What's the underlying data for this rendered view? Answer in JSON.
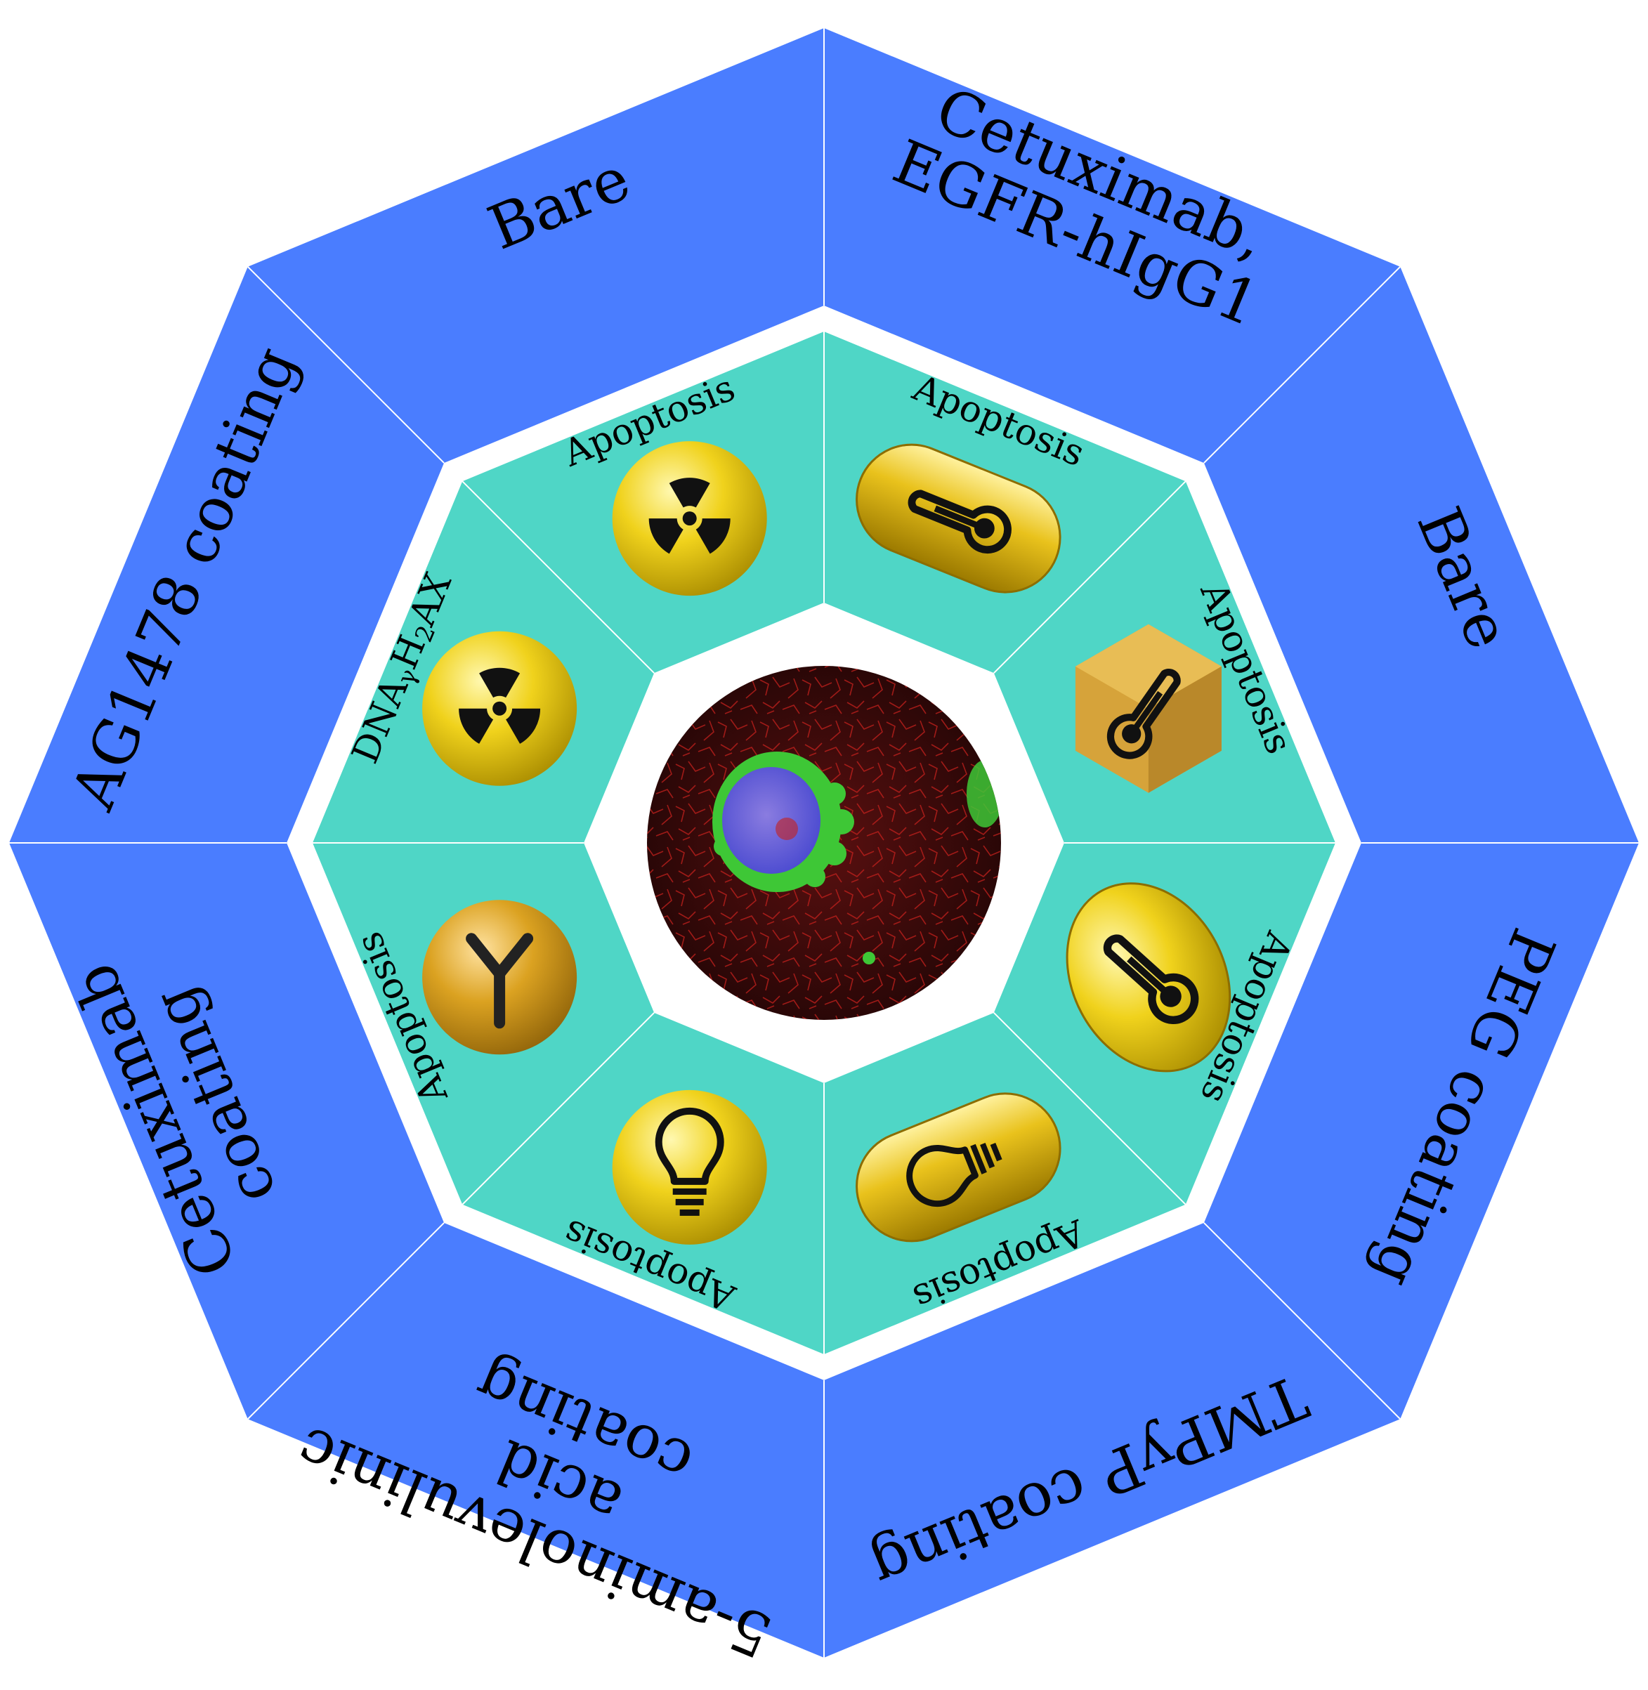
{
  "colors": {
    "outer_ring": "#4a7dff",
    "inner_ring": "#4fd6c6",
    "gap_ring": "#ffffff",
    "particle_gold": "#f0d21c",
    "particle_orange": "#d9a21e",
    "cell_background": "#3a0b0b",
    "cell_red": "#c4201c",
    "cell_green": "#3ec736",
    "cell_blue": "#5a5ad8"
  },
  "outer_segments": [
    {
      "id": "bare-1",
      "lines": [
        "Bare"
      ]
    },
    {
      "id": "cetuximab-egfr",
      "lines": [
        "Cetuximab,",
        "EGFR-hIgG1"
      ]
    },
    {
      "id": "bare-2",
      "lines": [
        "Bare"
      ]
    },
    {
      "id": "peg-coating",
      "lines": [
        "PEG coating"
      ]
    },
    {
      "id": "tmpyp-coating",
      "lines": [
        "TMPyP coating"
      ]
    },
    {
      "id": "aminolevulinic-coating",
      "lines": [
        "5-aminolevulinic",
        "acid",
        "coating"
      ]
    },
    {
      "id": "cetuximab-coating",
      "lines": [
        "Cetuximab",
        "coating"
      ]
    },
    {
      "id": "ag1478-coating",
      "lines": [
        "AG1478 coating"
      ]
    }
  ],
  "inner_segments": [
    {
      "id": "radiation-sphere",
      "effect": "Apoptosis",
      "icon": "radiation-icon",
      "particle": "sphere"
    },
    {
      "id": "thermo-rod",
      "effect": "Apoptosis",
      "icon": "thermometer-icon",
      "particle": "rod"
    },
    {
      "id": "thermo-cube",
      "effect": "Apoptosis",
      "icon": "thermometer-icon",
      "particle": "cube"
    },
    {
      "id": "thermo-ellipsoid",
      "effect": "Apoptosis",
      "icon": "thermometer-icon",
      "particle": "ellipsoid"
    },
    {
      "id": "light-rod",
      "effect": "Apoptosis",
      "icon": "lightbulb-icon",
      "particle": "rod"
    },
    {
      "id": "light-sphere",
      "effect": "Apoptosis",
      "icon": "lightbulb-icon",
      "particle": "sphere"
    },
    {
      "id": "antibody-sphere",
      "effect": "Apoptosis",
      "icon": "antibody-icon",
      "particle": "sphere"
    },
    {
      "id": "dna-radiation-sphere",
      "effect": "DNA γH2AX",
      "effect_main": "DNA",
      "effect_sub1": "γ",
      "effect_mid": "H",
      "effect_sub2": "2",
      "effect_end": "AX",
      "icon": "radiation-icon",
      "particle": "sphere"
    }
  ],
  "center": {
    "image": "cancer-cell-micrograph"
  }
}
